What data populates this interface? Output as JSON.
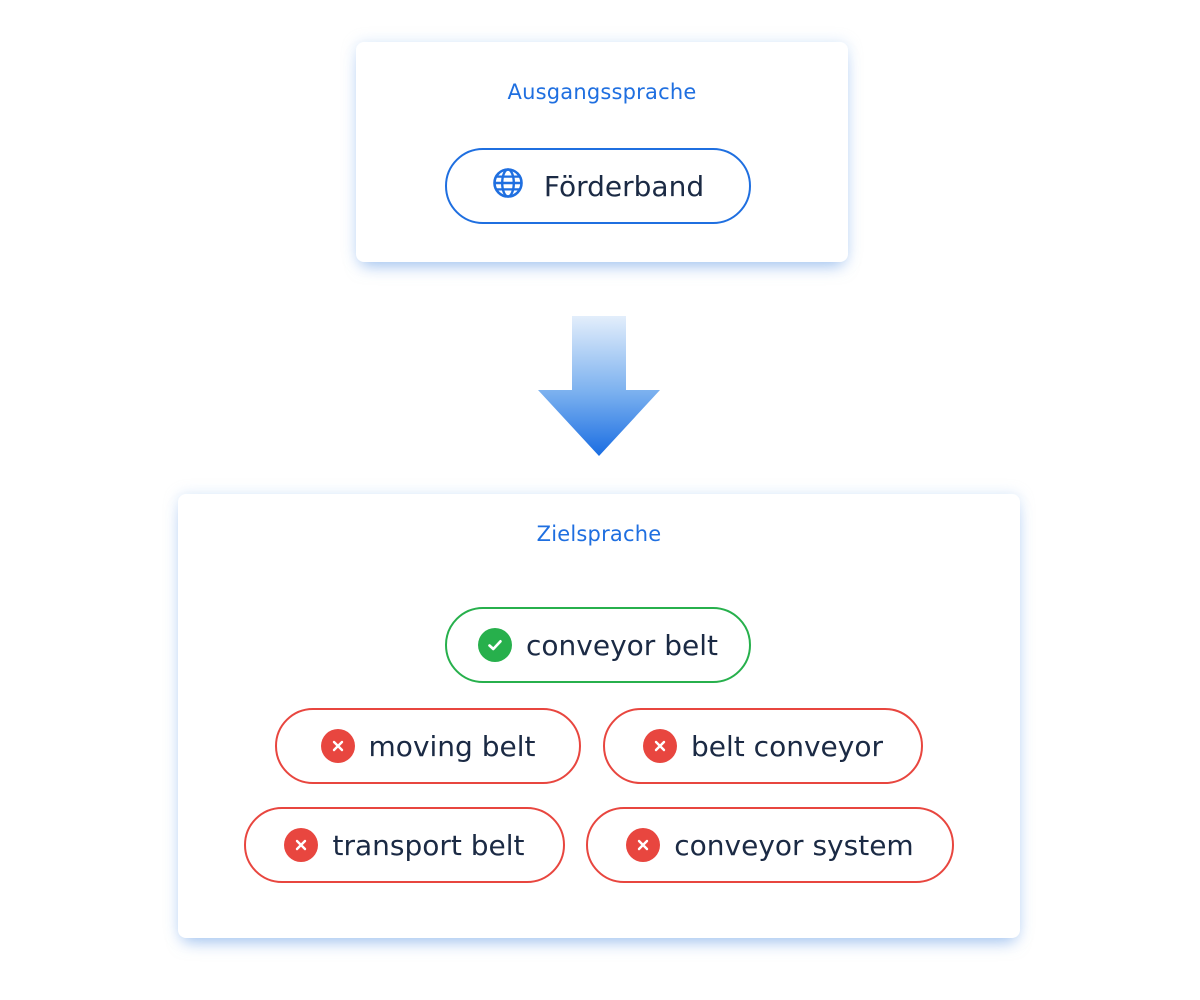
{
  "source": {
    "title": "Ausgangssprache",
    "term": "Förderband",
    "icon": "globe-icon"
  },
  "target": {
    "title": "Zielsprache",
    "correct": {
      "label": "conveyor belt",
      "icon": "check-circle-icon"
    },
    "wrong": [
      {
        "label": "moving belt",
        "icon": "x-circle-icon"
      },
      {
        "label": "belt conveyor",
        "icon": "x-circle-icon"
      },
      {
        "label": "transport belt",
        "icon": "x-circle-icon"
      },
      {
        "label": "conveyor system",
        "icon": "x-circle-icon"
      }
    ]
  },
  "colors": {
    "accent_blue": "#1f6fe0",
    "correct_green": "#27b04c",
    "wrong_red": "#e8463f",
    "text_dark": "#1b2a44"
  }
}
